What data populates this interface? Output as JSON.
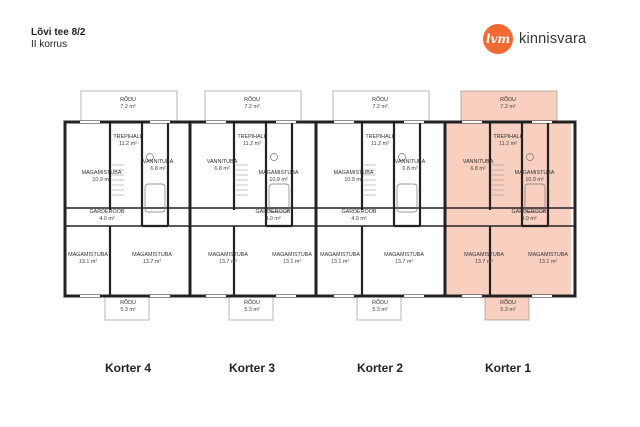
{
  "header": {
    "address": "Lõvi tee 8/2",
    "floor": "II korrus"
  },
  "brand": {
    "badge": "lvm",
    "name": "kinnisvara",
    "color": "#ef6b33"
  },
  "highlight_color": "#f9cfc0",
  "rooms": {
    "rodu": {
      "name": "RÕDU"
    },
    "trepihall": {
      "name": "TREPIHALL"
    },
    "vannituba": {
      "name": "VANNITUBA"
    },
    "magamistuba": {
      "name": "MAGAMISTUBA"
    },
    "garderoob": {
      "name": "GARDEROOB"
    }
  },
  "areas": {
    "rodu_top": "7.2 m²",
    "trepihall": "11.2 m²",
    "vannituba": "6.8 m²",
    "magamistuba_small": "10.9 m²",
    "garderoob": "4.0 m²",
    "magamistuba_bottom_outer": "13.1 m²",
    "magamistuba_bottom_inner": "13.7 m²",
    "rodu_bottom": "5.3 m²"
  },
  "apartments": [
    {
      "label": "Korter 4",
      "highlighted": false
    },
    {
      "label": "Korter 3",
      "highlighted": false
    },
    {
      "label": "Korter 2",
      "highlighted": false
    },
    {
      "label": "Korter 1",
      "highlighted": true
    }
  ]
}
